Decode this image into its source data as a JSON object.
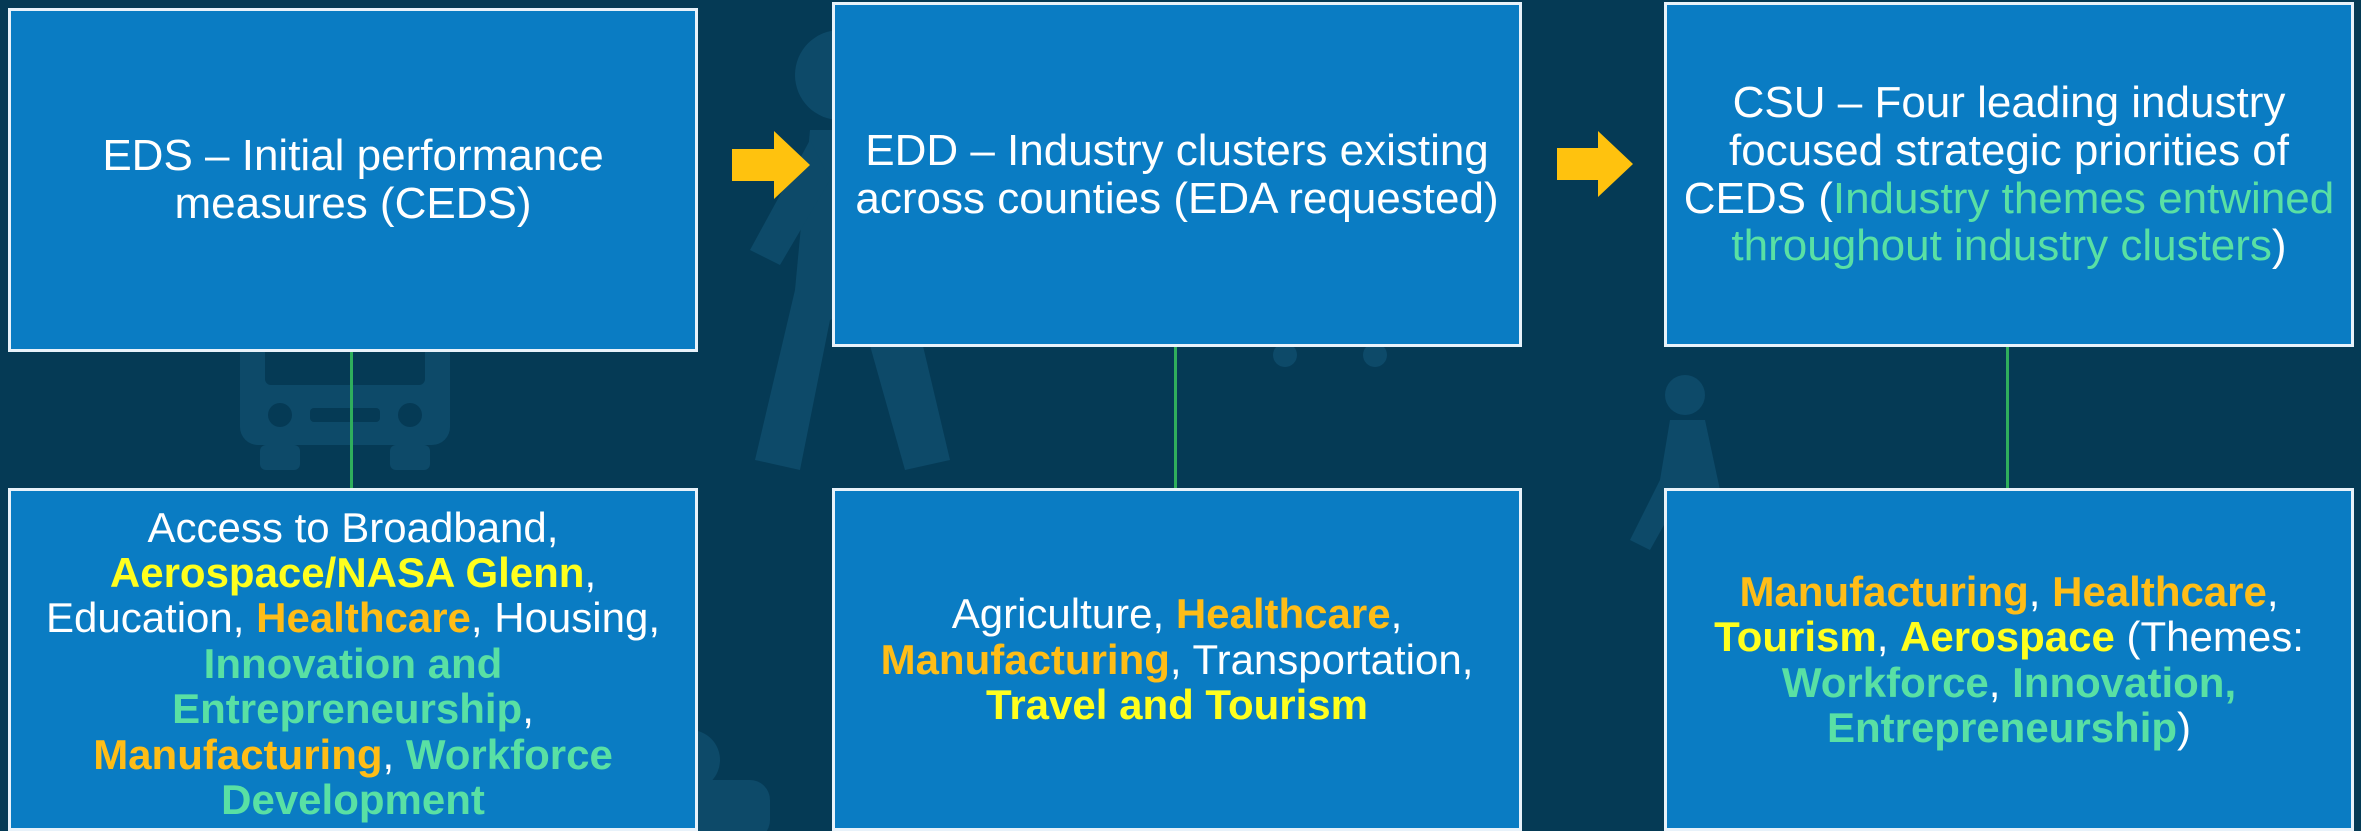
{
  "colors": {
    "background": "#053a55",
    "box_fill": "#0a7cc3",
    "box_border": "#e8f2fa",
    "connector": "#2fae5c",
    "arrow": "#ffc20e",
    "highlight_yellow": "#ffff1e",
    "highlight_orange": "#ffbd17",
    "highlight_green": "#59e0a4"
  },
  "columns": [
    {
      "top": {
        "text": "EDS – Initial performance measures (CEDS)"
      },
      "bottom": {
        "segments": [
          {
            "text": "Access to Broadband",
            "style": "white"
          },
          {
            "text": ", ",
            "style": "white"
          },
          {
            "text": "Aerospace/NASA Glenn",
            "style": "yellow"
          },
          {
            "text": ", Education, ",
            "style": "white"
          },
          {
            "text": "Healthcare",
            "style": "orange"
          },
          {
            "text": ", Housing, ",
            "style": "white"
          },
          {
            "text": "Innovation and Entrepreneurship",
            "style": "green"
          },
          {
            "text": ", ",
            "style": "white"
          },
          {
            "text": "Manufacturing",
            "style": "orange"
          },
          {
            "text": ", ",
            "style": "white"
          },
          {
            "text": "Workforce Development",
            "style": "green"
          }
        ]
      }
    },
    {
      "top": {
        "text": "EDD – Industry clusters existing across counties (EDA requested)"
      },
      "bottom": {
        "segments": [
          {
            "text": "Agriculture, ",
            "style": "white"
          },
          {
            "text": "Healthcare",
            "style": "orange"
          },
          {
            "text": ", ",
            "style": "white"
          },
          {
            "text": "Manufacturing",
            "style": "orange"
          },
          {
            "text": ", Transportation, ",
            "style": "white"
          },
          {
            "text": "Travel and Tourism",
            "style": "yellow"
          }
        ]
      }
    },
    {
      "top": {
        "segments": [
          {
            "text": "CSU – Four leading industry focused strategic priorities of CEDS (",
            "style": "white"
          },
          {
            "text": "Industry themes entwined throughout industry clusters",
            "style": "green-plain"
          },
          {
            "text": ")",
            "style": "white"
          }
        ]
      },
      "bottom": {
        "segments": [
          {
            "text": "Manufacturing",
            "style": "orange"
          },
          {
            "text": ", ",
            "style": "white"
          },
          {
            "text": "Healthcare",
            "style": "orange"
          },
          {
            "text": ", ",
            "style": "white"
          },
          {
            "text": "Tourism",
            "style": "yellow"
          },
          {
            "text": ", ",
            "style": "white"
          },
          {
            "text": "Aerospace",
            "style": "yellow"
          },
          {
            "text": " (Themes: ",
            "style": "white"
          },
          {
            "text": "Workforce",
            "style": "green"
          },
          {
            "text": ", ",
            "style": "white"
          },
          {
            "text": "Innovation, Entrepreneurship",
            "style": "green"
          },
          {
            "text": ")",
            "style": "white"
          }
        ]
      }
    }
  ]
}
